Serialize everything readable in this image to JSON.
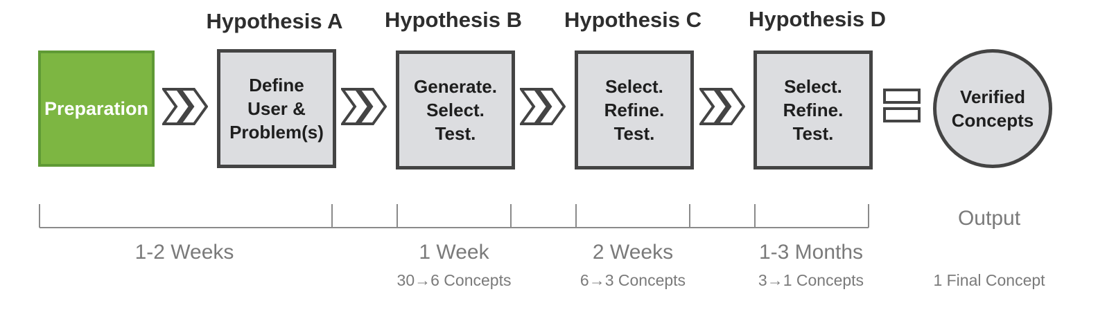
{
  "stages": {
    "preparation": {
      "label": "Preparation"
    },
    "hypotheses": [
      {
        "title": "Hypothesis A",
        "lines": [
          "Define",
          "User &",
          "Problem(s)"
        ]
      },
      {
        "title": "Hypothesis B",
        "lines": [
          "Generate.",
          "Select.",
          "Test."
        ]
      },
      {
        "title": "Hypothesis C",
        "lines": [
          "Select.",
          "Refine.",
          "Test."
        ]
      },
      {
        "title": "Hypothesis D",
        "lines": [
          "Select.",
          "Refine.",
          "Test."
        ]
      }
    ],
    "output": {
      "lines": [
        "Verified",
        "Concepts"
      ]
    }
  },
  "timeline": {
    "durations": [
      {
        "label": "1-2 Weeks",
        "sub": ""
      },
      {
        "label": "1 Week",
        "sub": "30→6 Concepts"
      },
      {
        "label": "2 Weeks",
        "sub": "6→3 Concepts"
      },
      {
        "label": "1-3 Months",
        "sub": "3→1 Concepts"
      }
    ],
    "output": {
      "label": "Output",
      "sub": "1 Final Concept"
    }
  },
  "colors": {
    "preparation_fill": "#7db642",
    "preparation_border": "#5f9a35",
    "stage_fill": "#dcdde0",
    "stage_border": "#444444",
    "timeline_text": "#7a7a7a"
  }
}
